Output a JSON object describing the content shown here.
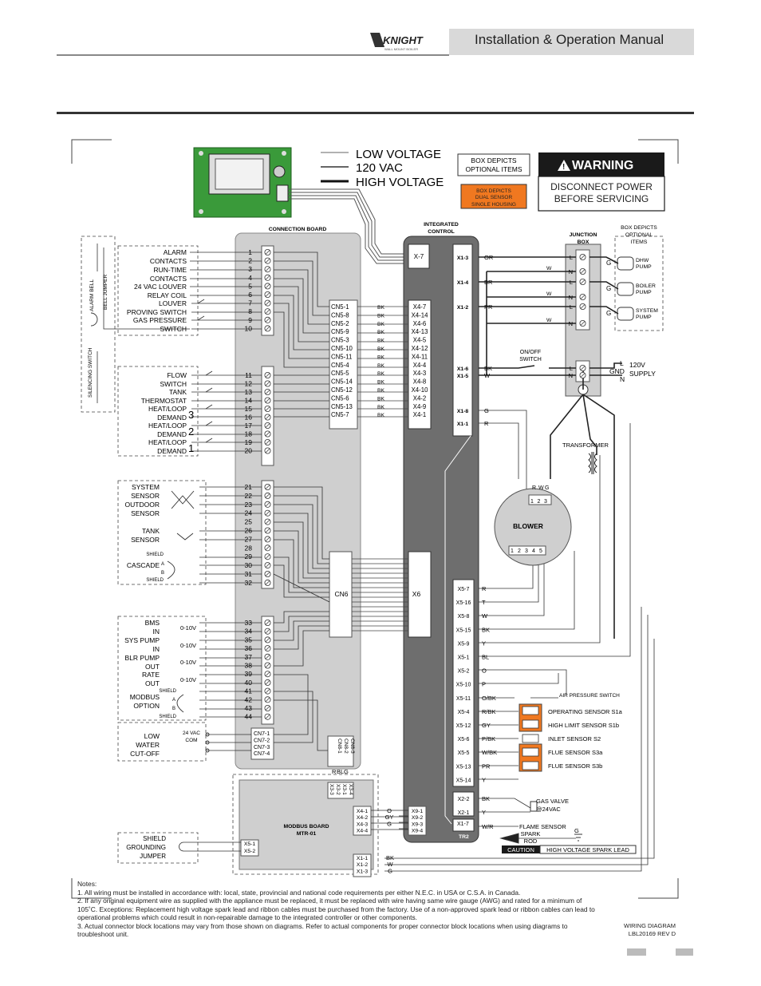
{
  "header": {
    "title": "Installation & Operation Manual",
    "logo_text": "KNIGHT",
    "logo_sub": "WALL MOUNT BOILER"
  },
  "legend": {
    "low_voltage": "LOW VOLTAGE",
    "vac120": "120 VAC",
    "high_voltage": "HIGH VOLTAGE"
  },
  "optional_box": {
    "line1": "BOX DEPICTS",
    "line2": "OPTIONAL ITEMS"
  },
  "dual_sensor_box": {
    "line1": "BOX DEPICTS",
    "line2": "DUAL SENSOR",
    "line3": "SINGLE HOUSING"
  },
  "warning": {
    "title": "WARNING",
    "line1": "DISCONNECT POWER",
    "line2": "BEFORE SERVICING"
  },
  "connection_board": {
    "title": "CONNECTION BOARD"
  },
  "integrated_control": {
    "title1": "INTEGRATED",
    "title2": "CONTROL"
  },
  "junction_box": {
    "title1": "JUNCTION",
    "title2": "BOX"
  },
  "junction_optional": {
    "line1": "BOX DEPICTS",
    "line2": "OPTIONAL",
    "line3": "ITEMS"
  },
  "left_devices": [
    {
      "l1": "ALARM",
      "l2": "CONTACTS"
    },
    {
      "l1": "RUN-TIME",
      "l2": "CONTACTS"
    },
    {
      "l1": "24 VAC LOUVER",
      "l2": "RELAY COIL"
    },
    {
      "l1": "LOUVER",
      "l2": "PROVING SWITCH"
    },
    {
      "l1": "GAS PRESSURE",
      "l2": "SWITCH"
    },
    {
      "l1": "FLOW",
      "l2": "SWITCH"
    },
    {
      "l1": "TANK",
      "l2": "THERMOSTAT"
    },
    {
      "l1": "HEAT/LOOP",
      "l2": "DEMAND",
      "n": "3"
    },
    {
      "l1": "HEAT/LOOP",
      "l2": "DEMAND",
      "n": "2"
    },
    {
      "l1": "HEAT/LOOP",
      "l2": "DEMAND",
      "n": "1"
    },
    {
      "l1": "SYSTEM",
      "l2": "SENSOR"
    },
    {
      "l1": "OUTDOOR",
      "l2": "SENSOR"
    },
    {
      "l1": "TANK",
      "l2": "SENSOR"
    },
    {
      "l1": "CASCADE",
      "l2": ""
    },
    {
      "l1": "BMS",
      "l2": "IN"
    },
    {
      "l1": "SYS PUMP",
      "l2": "IN"
    },
    {
      "l1": "BLR PUMP",
      "l2": "OUT"
    },
    {
      "l1": "RATE",
      "l2": "OUT"
    },
    {
      "l1": "MODBUS",
      "l2": "OPTION"
    },
    {
      "l1": "LOW",
      "l2": "WATER",
      "l3": "CUT-OFF"
    }
  ],
  "side_labels": {
    "alarm_bell": "ALARM BELL",
    "bell_jumper": "BELL JUMPER",
    "silencing_switch": "SILENCING SWITCH"
  },
  "small_labels": {
    "shield": "SHIELD",
    "a": "A",
    "b": "B",
    "v010": "0-10V",
    "vac24": "24 VAC",
    "com": "COM"
  },
  "terminals_top": [
    "1",
    "2",
    "3",
    "4",
    "5",
    "6",
    "7",
    "8",
    "9",
    "10"
  ],
  "terminals_mid": [
    "11",
    "12",
    "13",
    "14",
    "15",
    "16",
    "17",
    "18",
    "19",
    "20"
  ],
  "terminals_sensor": [
    "21",
    "22",
    "23",
    "24",
    "25",
    "26",
    "27",
    "28",
    "29",
    "30",
    "31",
    "32"
  ],
  "terminals_bottom": [
    "33",
    "34",
    "35",
    "36",
    "37",
    "38",
    "39",
    "40",
    "41",
    "42",
    "43",
    "44"
  ],
  "cn5_pins": [
    "CN5-1",
    "CN5-8",
    "CN5-2",
    "CN5-9",
    "CN5-3",
    "CN5-10",
    "CN5-11",
    "CN5-4",
    "CN5-5",
    "CN5-14",
    "CN5-12",
    "CN5-6",
    "CN5-13",
    "CN5-7"
  ],
  "x4_pins": [
    "X4-7",
    "X4-14",
    "X4-6",
    "X4-13",
    "X4-5",
    "X4-12",
    "X4-11",
    "X4-4",
    "X4-3",
    "X4-8",
    "X4-10",
    "X4-2",
    "X4-9",
    "X4-1"
  ],
  "wire_bk": "BK",
  "cn6": "CN6",
  "x6": "X6",
  "x7": "X-7",
  "cn7_pins": [
    "CN7-1",
    "CN7-2",
    "CN7-3",
    "CN7-4"
  ],
  "cn8_pins": [
    "CN8-1",
    "CN8-2",
    "CN8-3"
  ],
  "cn8_colors": {
    "r": "R",
    "bl": "BL",
    "g": "G"
  },
  "x3_pins": [
    "X3-3",
    "X3-2",
    "X3-1",
    "X3-4"
  ],
  "x1_pins": [
    {
      "pin": "X1-3",
      "wire": "OR"
    },
    {
      "pin": "X1-4",
      "wire": "BR"
    },
    {
      "pin": "X1-2",
      "wire": "PR"
    },
    {
      "pin": "X1-6",
      "wire": "BK"
    },
    {
      "pin": "X1-5",
      "wire": "W"
    },
    {
      "pin": "X1-8",
      "wire": "G"
    },
    {
      "pin": "X1-1",
      "wire": "R"
    }
  ],
  "x5_pins": [
    {
      "pin": "X5-7",
      "wire": "R"
    },
    {
      "pin": "X5-16",
      "wire": "T"
    },
    {
      "pin": "X5-8",
      "wire": "W"
    },
    {
      "pin": "X5-15",
      "wire": "BK"
    },
    {
      "pin": "X5-9",
      "wire": "Y"
    },
    {
      "pin": "X5-1",
      "wire": "BL"
    },
    {
      "pin": "X5-2",
      "wire": "O"
    },
    {
      "pin": "X5-10",
      "wire": "P"
    },
    {
      "pin": "X5-11",
      "wire": "O/BK"
    },
    {
      "pin": "X5-4",
      "wire": "R/BK"
    },
    {
      "pin": "X5-12",
      "wire": "GY"
    },
    {
      "pin": "X5-6",
      "wire": "P/BK"
    },
    {
      "pin": "X5-5",
      "wire": "W/BK"
    },
    {
      "pin": "X5-13",
      "wire": "PR"
    },
    {
      "pin": "X5-14",
      "wire": "Y"
    }
  ],
  "x2_pins": [
    {
      "pin": "X2-2",
      "wire": "BK"
    },
    {
      "pin": "X2-1",
      "wire": "Y"
    }
  ],
  "x17": {
    "pin": "X1-7",
    "wire": "W/R"
  },
  "tr2": "TR2",
  "sensors": {
    "air_pressure": "AIR PRESSURE SWITCH",
    "s1a": "OPERATING SENSOR S1a",
    "s1b": "HIGH LIMIT SENSOR S1b",
    "s2": "INLET SENSOR S2",
    "s3a": "FLUE SENSOR S3a",
    "s3b": "FLUE SENSOR S3b"
  },
  "gas_valve": {
    "l1": "GAS VALVE",
    "l2": "@24VAC"
  },
  "flame_sensor": "FLAME SENSOR",
  "spark_rod": {
    "l1": "SPARK",
    "l2": "ROD"
  },
  "ground_g": "G",
  "caution": {
    "tag": "CAUTION",
    "text": "HIGH VOLTAGE SPARK LEAD"
  },
  "blower": {
    "title": "BLOWER",
    "top_pins": [
      "1",
      "2",
      "3"
    ],
    "top_wires": {
      "r": "R",
      "w": "W",
      "g": "G"
    },
    "bottom_pins": [
      "1",
      "2",
      "3",
      "4",
      "5"
    ]
  },
  "transformer": "TRANSFORMER",
  "on_off_switch": {
    "l1": "ON/OFF",
    "l2": "SWITCH"
  },
  "supply": {
    "l": "L",
    "gnd": "GND",
    "n": "N",
    "line1": "120V",
    "line2": "SUPPLY"
  },
  "junction_terms": [
    "L",
    "N",
    "L",
    "N",
    "L",
    "N",
    "L",
    "N"
  ],
  "pumps": [
    {
      "l1": "DHW",
      "l2": "PUMP"
    },
    {
      "l1": "BOILER",
      "l2": "PUMP"
    },
    {
      "l1": "SYSTEM",
      "l2": "PUMP"
    }
  ],
  "pump_g": "G",
  "wire_w": "W",
  "modbus_board": {
    "title1": "MODBUS BOARD",
    "title2": "MTR-01"
  },
  "modbus_x4": [
    "X4-1",
    "X4-2",
    "X4-3",
    "X4-4"
  ],
  "modbus_x9": [
    "X9-1",
    "X9-2",
    "X9-3",
    "X9-4"
  ],
  "modbus_x9_wires": [
    "O",
    "GY",
    "G"
  ],
  "modbus_x1": [
    "X1-1",
    "X1-2",
    "X1-3"
  ],
  "modbus_x1_wires": [
    "BK",
    "W",
    "G"
  ],
  "modbus_x5": [
    "X5-1",
    "X5-2"
  ],
  "shield_jumper": {
    "l1": "SHIELD",
    "l2": "GROUNDING",
    "l3": "JUMPER"
  },
  "notes": {
    "title": "Notes:",
    "n1": "1. All wiring must be installed in accordance with:  local, state, provincial and national code requirements per either N.E.C. in USA or C.S.A. in Canada.",
    "n2": "2. If any original equipment wire as supplied with the appliance must be replaced, it must be replaced with wire having same wire gauge (AWG) and rated for a minimum of 105˚C.  Exceptions:  Replacement high voltage spark lead and ribbon cables must be purchased from the factory.  Use of a non-approved spark lead or ribbon cables can lead to operational problems which could result in non-repairable damage to the integrated controller or other components.",
    "n3": "3. Actual connector block locations may vary from those shown on diagrams.  Refer to actual components for proper connector block locations when using diagrams to troubleshoot unit."
  },
  "wiring_diagram": {
    "l1": "WIRING DIAGRAM",
    "l2": "LBL20169 REV  D"
  },
  "colors": {
    "board_gray": "#cfcfcf",
    "control_dark": "#6e6e6e",
    "warning_black": "#1a1a1a",
    "orange": "#f07820",
    "pcb_green": "#3a9a3a"
  }
}
